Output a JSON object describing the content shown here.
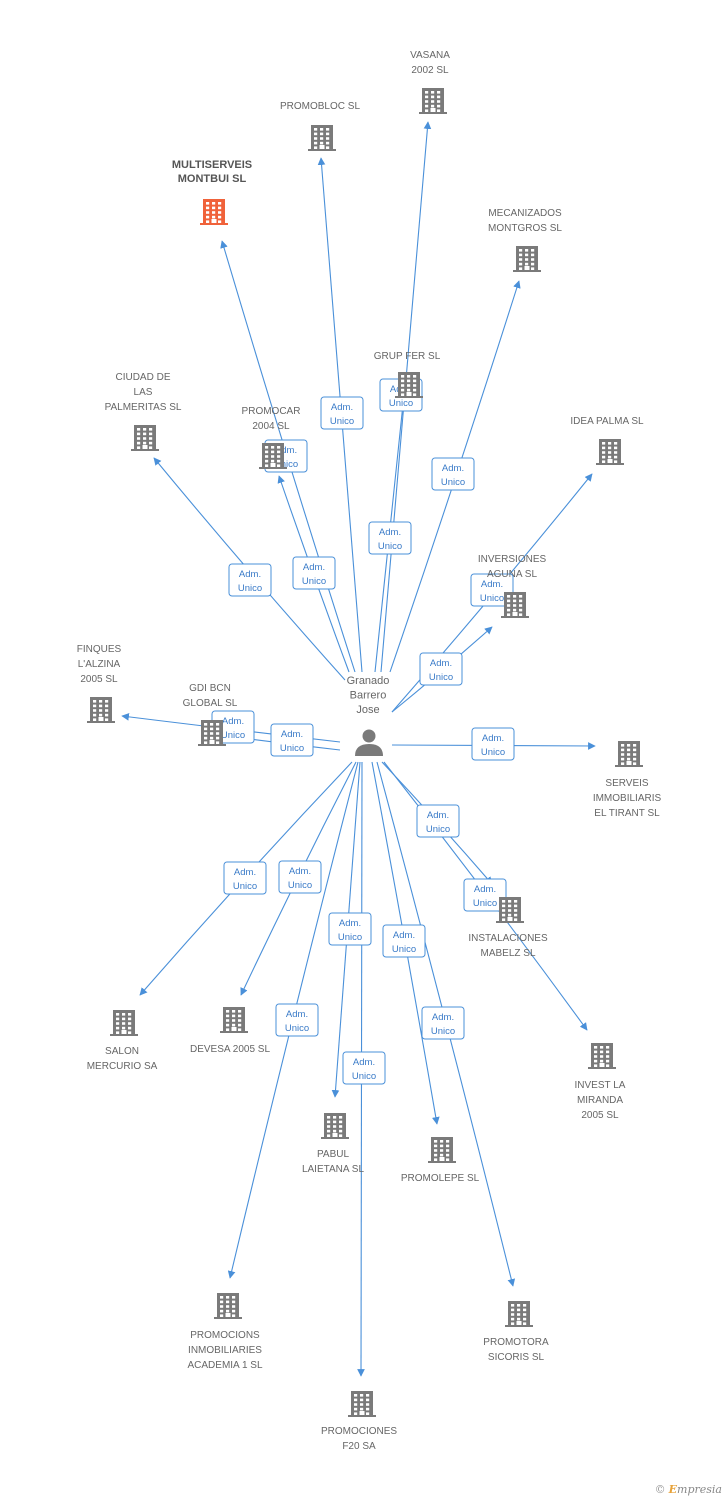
{
  "colors": {
    "edge": "#4a90d9",
    "building": "#7a7a7a",
    "highlight": "#f0623a",
    "person": "#7a7a7a"
  },
  "center": {
    "lines": [
      "Granado",
      "Barrero",
      "Jose"
    ],
    "icon": "person-icon"
  },
  "edge_label": [
    "Adm.",
    "Unico"
  ],
  "companies": [
    {
      "id": "vasana",
      "lines": [
        "VASANA",
        "2002 SL"
      ]
    },
    {
      "id": "promobloc",
      "lines": [
        "PROMOBLOC SL"
      ]
    },
    {
      "id": "multiserveis",
      "lines": [
        "MULTISERVEIS",
        "MONTBUI SL"
      ],
      "highlight": true
    },
    {
      "id": "mecanizados",
      "lines": [
        "MECANIZADOS",
        "MONTGROS SL"
      ]
    },
    {
      "id": "grupfer",
      "lines": [
        "GRUP FER SL"
      ]
    },
    {
      "id": "ciudad",
      "lines": [
        "CIUDAD DE",
        "LAS",
        "PALMERITAS SL"
      ]
    },
    {
      "id": "promocar",
      "lines": [
        "PROMOCAR",
        "2004 SL"
      ]
    },
    {
      "id": "ideapalma",
      "lines": [
        "IDEA PALMA SL"
      ]
    },
    {
      "id": "inversiones",
      "lines": [
        "INVERSIONES",
        "AGUNA SL"
      ]
    },
    {
      "id": "fingues",
      "lines": [
        "FINQUES",
        "L'ALZINA",
        "2005 SL"
      ]
    },
    {
      "id": "gdibcn",
      "lines": [
        "GDI BCN",
        "GLOBAL SL"
      ]
    },
    {
      "id": "serveis",
      "lines": [
        "SERVEIS",
        "IMMOBILIARIS",
        "EL TIRANT SL"
      ]
    },
    {
      "id": "instalaciones",
      "lines": [
        "INSTALACIONES",
        "MABELZ SL"
      ]
    },
    {
      "id": "salon",
      "lines": [
        "SALON",
        "MERCURIO SA"
      ]
    },
    {
      "id": "devesa",
      "lines": [
        "DEVESA 2005 SL"
      ]
    },
    {
      "id": "investla",
      "lines": [
        "INVEST LA",
        "MIRANDA",
        "2005 SL"
      ]
    },
    {
      "id": "pabul",
      "lines": [
        "PABUL",
        "LAIETANA SL"
      ]
    },
    {
      "id": "promolepe",
      "lines": [
        "PROMOLEPE SL"
      ]
    },
    {
      "id": "promocions",
      "lines": [
        "PROMOCIONS",
        "INMOBILIARIES",
        "ACADEMIA 1 SL"
      ]
    },
    {
      "id": "promotora",
      "lines": [
        "PROMOTORA",
        "SICORIS SL"
      ]
    },
    {
      "id": "promociones",
      "lines": [
        "PROMOCIONES",
        "F20 SA"
      ]
    }
  ],
  "brand": {
    "copyright": "©",
    "text": "mpresia",
    "initial": "E"
  }
}
